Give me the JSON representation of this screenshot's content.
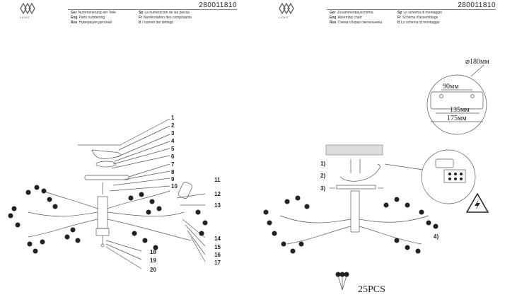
{
  "left": {
    "logo_text": "LIGHT",
    "code": "280011810",
    "legend": [
      [
        {
          "k": "Ger",
          "v": "Nummerierung der Teile"
        },
        {
          "k": "Sp",
          "v": "La numeración de las piezas"
        }
      ],
      [
        {
          "k": "Eng",
          "v": "Parts numbering"
        },
        {
          "k": "Fr",
          "v": "Numérotation des composants"
        }
      ],
      [
        {
          "k": "Rus",
          "v": "Нумерация деталей"
        },
        {
          "k": "It",
          "v": "I numeri dei dettagli"
        }
      ]
    ],
    "callouts": [
      "1",
      "2",
      "3",
      "4",
      "5",
      "6",
      "7",
      "8",
      "9",
      "10",
      "11",
      "12",
      "13",
      "14",
      "15",
      "16",
      "17",
      "18",
      "19",
      "20"
    ]
  },
  "right": {
    "logo_text": "LIGHT",
    "code": "280011810",
    "legend": [
      [
        {
          "k": "Ger",
          "v": "Zusammenbauschema"
        },
        {
          "k": "Sp",
          "v": "Lo schema di montaggio"
        }
      ],
      [
        {
          "k": "Eng",
          "v": "Assembly chart"
        },
        {
          "k": "Fr",
          "v": "Schéma d'assemblage"
        }
      ],
      [
        {
          "k": "Rus",
          "v": "Схема сборки светильника"
        },
        {
          "k": "It",
          "v": "Lo schema di montaggio"
        }
      ]
    ],
    "steps": [
      "1)",
      "2)",
      "3)",
      "4)"
    ],
    "dims": {
      "diameter": "⌀180мм",
      "d90": "90мм",
      "d135": "135мм",
      "d175": "175мм"
    },
    "pcs": "25PCS"
  }
}
